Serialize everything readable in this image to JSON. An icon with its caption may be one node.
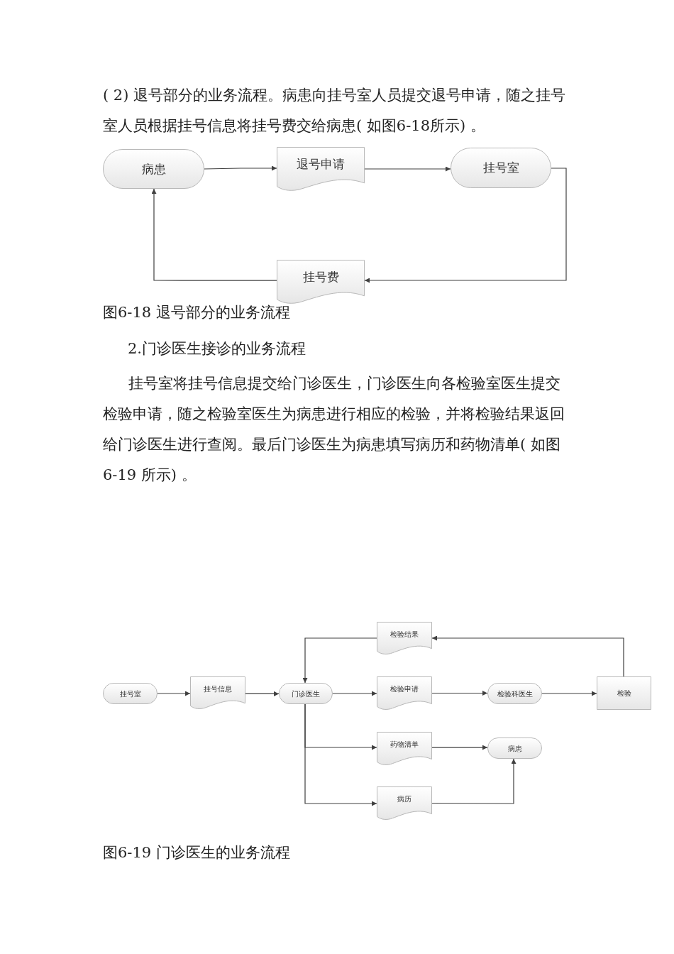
{
  "diagram": {
    "nodes": [
      {
        "text": [
          "病患"
        ]
      },
      {
        "text": [
          "退号申请"
        ]
      },
      {
        "text": [
          "挂号室"
        ]
      },
      {
        "text": [
          "挂号费"
        ]
      },
      {
        "text": [
          "挂号室"
        ]
      },
      {
        "text": [
          "挂号信息"
        ]
      },
      {
        "text": [
          "门诊医生"
        ]
      },
      {
        "text": [
          "检验结果"
        ]
      },
      {
        "text": [
          "检验申请"
        ]
      },
      {
        "text": [
          "检验科医生"
        ]
      },
      {
        "text": [
          "检验"
        ]
      },
      {
        "text": [
          "药物清单"
        ]
      },
      {
        "text": [
          "病患"
        ]
      },
      {
        "text": [
          "病历"
        ]
      }
    ],
    "edges": [
      {
        "from": 0,
        "to": 1,
        "arrow": "to"
      },
      {
        "from": 1,
        "to": 2,
        "arrow": "to"
      },
      {
        "from": 2,
        "to": 3,
        "arrow": "to"
      },
      {
        "from": 3,
        "to": 0,
        "arrow": "to"
      },
      {
        "from": 4,
        "to": 5,
        "arrow": "to"
      },
      {
        "from": 5,
        "to": 6,
        "arrow": "to"
      },
      {
        "from": 6,
        "to": 8,
        "arrow": "to"
      },
      {
        "from": 8,
        "to": 9,
        "arrow": "to"
      },
      {
        "from": 9,
        "to": 10,
        "arrow": "to"
      },
      {
        "from": 10,
        "to": 7,
        "arrow": "to"
      },
      {
        "from": 7,
        "to": 6,
        "arrow": "to"
      },
      {
        "from": 6,
        "to": 11,
        "arrow": "to"
      },
      {
        "from": 6,
        "to": 13,
        "arrow": "to"
      },
      {
        "from": 11,
        "to": 12,
        "arrow": "to"
      },
      {
        "from": 13,
        "to": 12,
        "arrow": "to"
      }
    ],
    "labels": [
      "( 2) 退号部分的业务流程。病患向挂号室人员提交退号申请，随之挂号室人员根据挂号信息将挂号费交给病患( 如图6-18所示) 。",
      "图6-18 退号部分的业务流程",
      "2.门诊医生接诊的业务流程",
      "挂号室将挂号信息提交给门诊医生，门诊医生向各检验室医生提交检验申请，随之检验室医生为病患进行相应的检验，并将检验结果返回给门诊医生进行查阅。最后门诊医生为病患填写病历和药物清单( 如图6-19 所示) 。",
      "图6-19 门诊医生的业务流程"
    ]
  }
}
